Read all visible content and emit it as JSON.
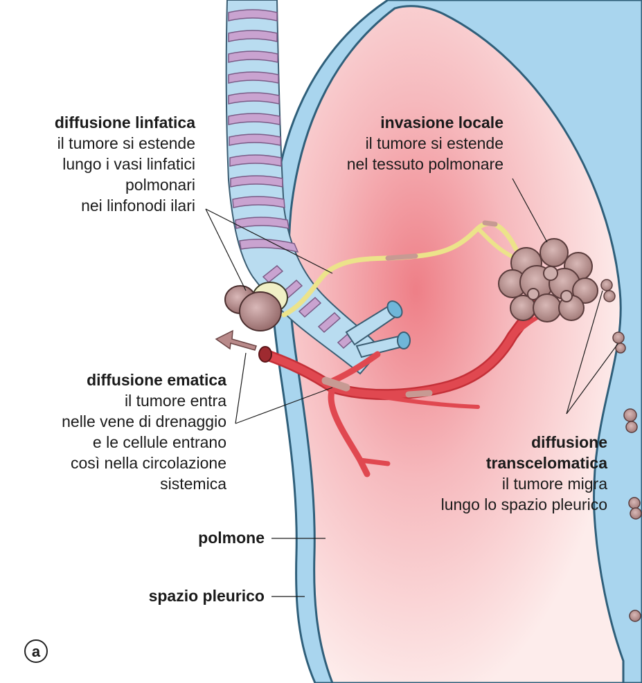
{
  "labels": {
    "lymphatic": {
      "heading": "diffusione linfatica",
      "lines": [
        "il tumore si estende",
        "lungo i vasi linfatici",
        "polmonari",
        "nei linfonodi ilari"
      ]
    },
    "local": {
      "heading": "invasione locale",
      "lines": [
        "il tumore si estende",
        "nel tessuto polmonare"
      ]
    },
    "blood": {
      "heading": "diffusione ematica",
      "lines": [
        "il tumore entra",
        "nelle vene di drenaggio",
        "e le cellule entrano",
        "così nella circolazione",
        "sistemica"
      ]
    },
    "transcoelomic": {
      "heading_lines": [
        "diffusione",
        "transcelomatica"
      ],
      "lines": [
        "il tumore migra",
        "lungo lo spazio pleurico"
      ]
    },
    "lung": "polmone",
    "pleural_space": "spazio pleurico",
    "panel": "a"
  },
  "colors": {
    "pleura_blue": "#a9d5ee",
    "pleura_outline": "#2f5f7a",
    "lung_pink": "#fbe1e1",
    "lung_center": "#f08c92",
    "trachea_blue": "#b9dcf0",
    "trachea_rings": "#c9a3d0",
    "tumor": "#b89290",
    "vein_red": "#d93d45",
    "lymph_yellow": "#ece38a",
    "node": "#9e7474"
  }
}
